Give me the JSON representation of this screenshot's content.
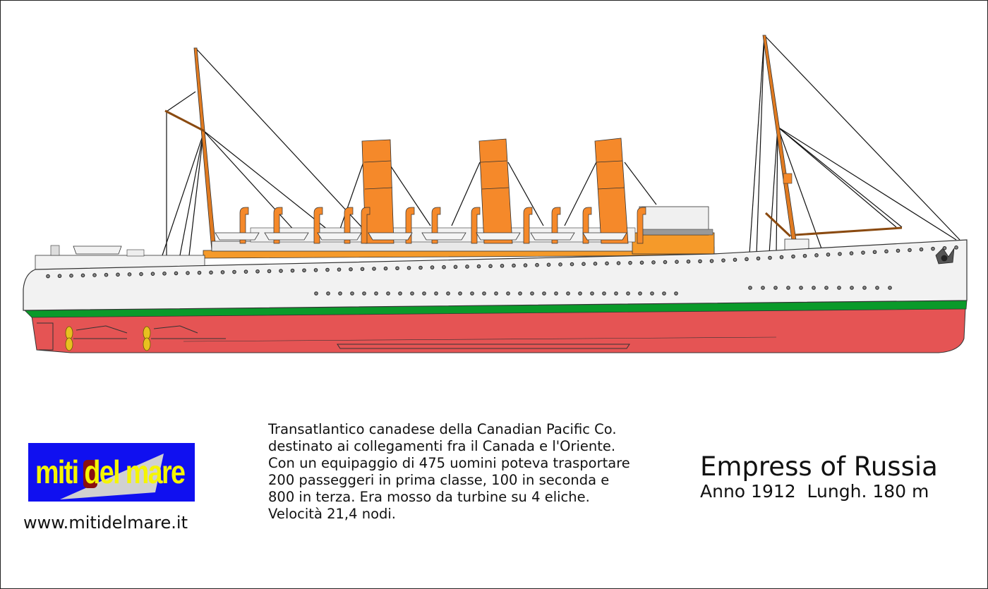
{
  "ship": {
    "name": "Empress of Russia",
    "details": "Anno 1912  Lungh. 180 m",
    "colors": {
      "hull_bottom": "#e55454",
      "boot_top": "#0a9a2a",
      "hull": "#f2f2f2",
      "funnel": "#f5892a",
      "deck": "#f59a2a"
    }
  },
  "description": [
    "Transatlantico canadese della Canadian Pacific Co.",
    "destinato ai collegamenti fra il Canada e l'Oriente.",
    "Con un equipaggio di 475 uomini poteva trasportare",
    "200 passeggeri in prima classe, 100 in seconda e",
    "800 in terza. Era mosso da turbine su 4 eliche.",
    "Velocità 21,4 nodi."
  ],
  "logo": {
    "text": "miti del mare",
    "bg": "#1010f0",
    "fg": "#f5f500"
  },
  "website": "www.mitidelmare.it"
}
